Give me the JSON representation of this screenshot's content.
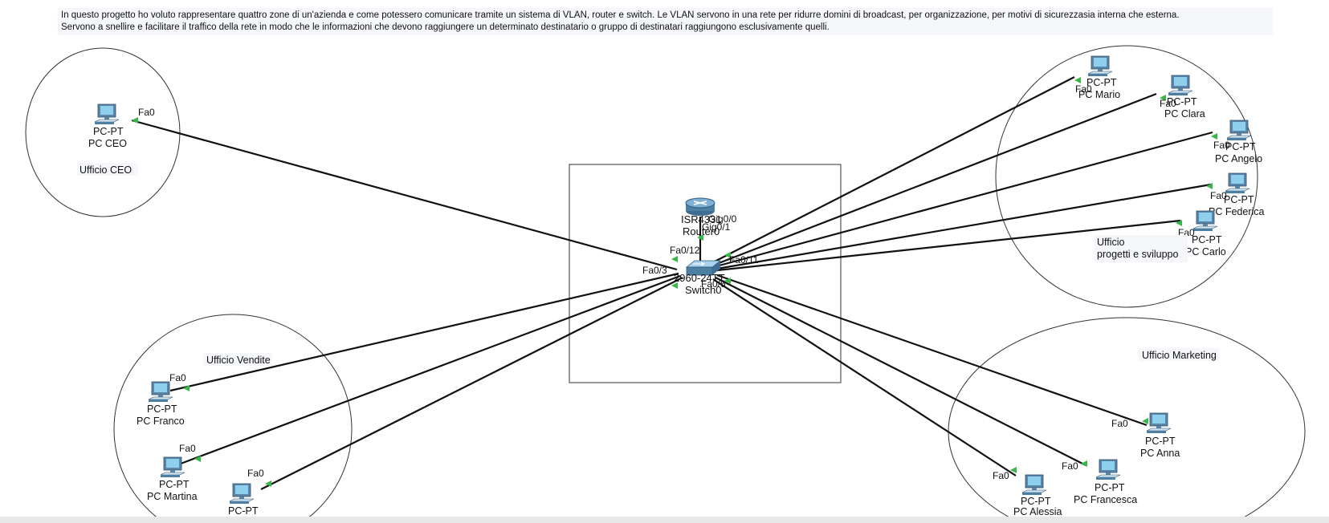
{
  "note": {
    "line1": "In questo progetto ho voluto rappresentare quattro zone di un'azienda e come potessero comunicare tramite un sistema di VLAN, router e switch. Le VLAN servono in una rete per ridurre domini di broadcast, per organizzazione, per motivi di sicurezzasia interna che esterna.",
    "line2": "Servono a snellire e facilitare il traffico della rete in modo che le informazioni che devono raggiungere un determinato destinatario o gruppo di destinatari raggiungono esclusivamente quelli."
  },
  "areas": [
    {
      "id": "ceo",
      "label": "Ufficio CEO"
    },
    {
      "id": "vendite",
      "label": "Ufficio Vendite"
    },
    {
      "id": "progetti",
      "label": "Ufficio\nprogetti e sviluppo"
    },
    {
      "id": "marketing",
      "label": "Ufficio Marketing"
    }
  ],
  "core": {
    "router": {
      "model": "ISR4331",
      "name": "Router0",
      "port": "Gig0/1",
      "port_b": "Gig0/0"
    },
    "switch": {
      "model": "2960-24TT",
      "name": "Switch0"
    },
    "switch_ports": [
      "Fa0/12",
      "Fa0/3",
      "Fa0/11",
      "Fa0/6"
    ]
  },
  "pcs": [
    {
      "id": "ceo",
      "type": "PC-PT",
      "name": "PC CEO",
      "port": "Fa0"
    },
    {
      "id": "franco",
      "type": "PC-PT",
      "name": "PC Franco",
      "port": "Fa0"
    },
    {
      "id": "martina",
      "type": "PC-PT",
      "name": "PC Martina",
      "port": "Fa0"
    },
    {
      "id": "vendite3",
      "type": "PC-PT",
      "name": "",
      "port": "Fa0"
    },
    {
      "id": "mario",
      "type": "PC-PT",
      "name": "PC Mario",
      "port": "Fa0"
    },
    {
      "id": "clara",
      "type": "PC-PT",
      "name": "PC Clara",
      "port": "Fa0"
    },
    {
      "id": "angelo",
      "type": "PC-PT",
      "name": "PC Angelo",
      "port": "Fa0"
    },
    {
      "id": "federica",
      "type": "PC-PT",
      "name": "PC Federica",
      "port": "Fa0"
    },
    {
      "id": "carlo",
      "type": "PC-PT",
      "name": "PC Carlo",
      "port": "Fa0"
    },
    {
      "id": "anna",
      "type": "PC-PT",
      "name": "PC Anna",
      "port": "Fa0"
    },
    {
      "id": "francesca",
      "type": "PC-PT",
      "name": "PC Francesca",
      "port": "Fa0"
    },
    {
      "id": "alessia",
      "type": "PC-PT",
      "name": "PC Alessia",
      "port": "Fa0"
    }
  ],
  "colors": {
    "link": "#111111",
    "port_dot": "#39b54a",
    "pc_body": "#5b86a8",
    "pc_screen": "#8fd0ee",
    "router": "#4d7fa3"
  }
}
